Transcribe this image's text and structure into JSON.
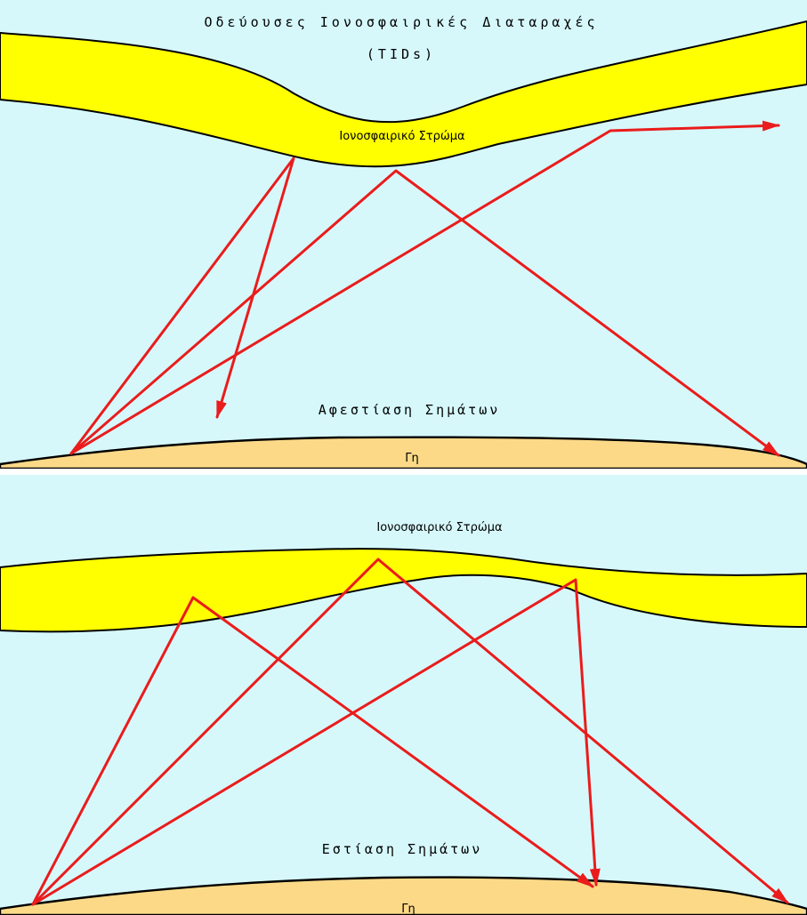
{
  "colors": {
    "sky": "#d6f8fb",
    "ionosphere": "#ffff00",
    "earth": "#fbd987",
    "outline": "#000000",
    "ray": "#ea1c1c",
    "separator": "#ffffff"
  },
  "top_panel": {
    "title_line1": "Οδεύουσες Ιονοσφαιρικές Διαταραχές",
    "title_line2": "(TIDs)",
    "layer_label": "Ιονοσφαιρικό Στρώμα",
    "effect_label": "Αφεστίαση Σημάτων",
    "earth_label": "Γη"
  },
  "bottom_panel": {
    "layer_label": "Ιονοσφαιρικό Στρώμα",
    "effect_label": "Εστίαση Σημάτων",
    "earth_label": "Γη"
  },
  "icons": {
    "arrowhead": "arrowhead-icon"
  }
}
